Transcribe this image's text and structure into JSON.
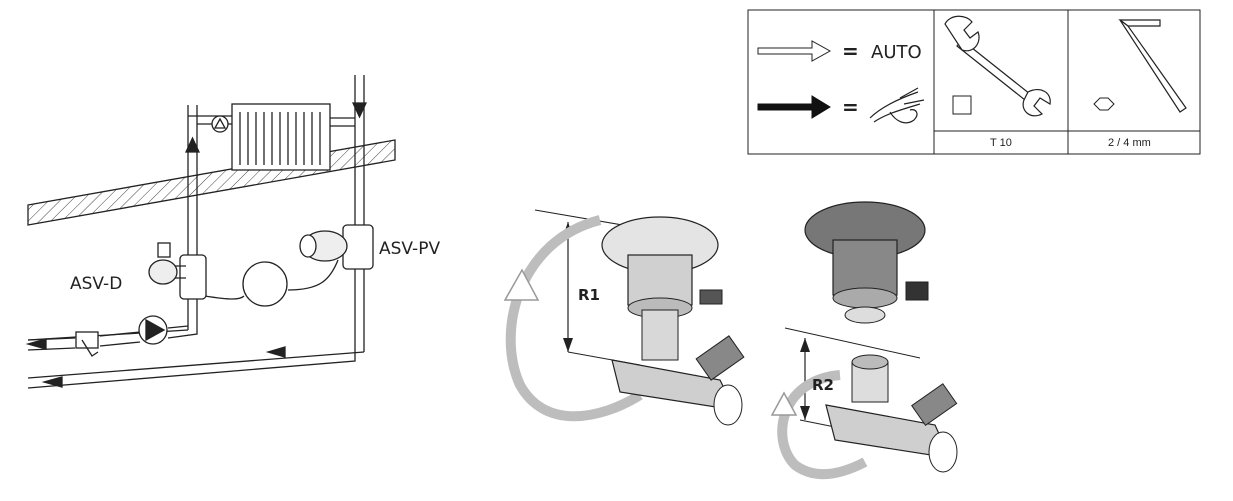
{
  "left_diagram": {
    "label_asv_d": "ASV-D",
    "label_asv_pv": "ASV-PV"
  },
  "legend_table": {
    "auto_text": "AUTO",
    "equals_1": "=",
    "equals_2": "=",
    "col_wrench_caption": "T 10",
    "col_hex_caption": "2 / 4 mm"
  },
  "right_diagram": {
    "r1_label": "R1",
    "r2_label": "R2"
  },
  "colors": {
    "line": "#222222",
    "gray_body": "#9a9a9a",
    "dark_body": "#555555",
    "arc_gray": "#bdbdbd"
  },
  "icons": [
    "hollow-arrow-icon",
    "solid-arrow-icon",
    "pliers-hand-icon",
    "open-wrench-icon",
    "allen-key-icon",
    "square-icon",
    "hexagon-icon",
    "warning-triangle-icon",
    "pump-icon",
    "filter-icon"
  ]
}
